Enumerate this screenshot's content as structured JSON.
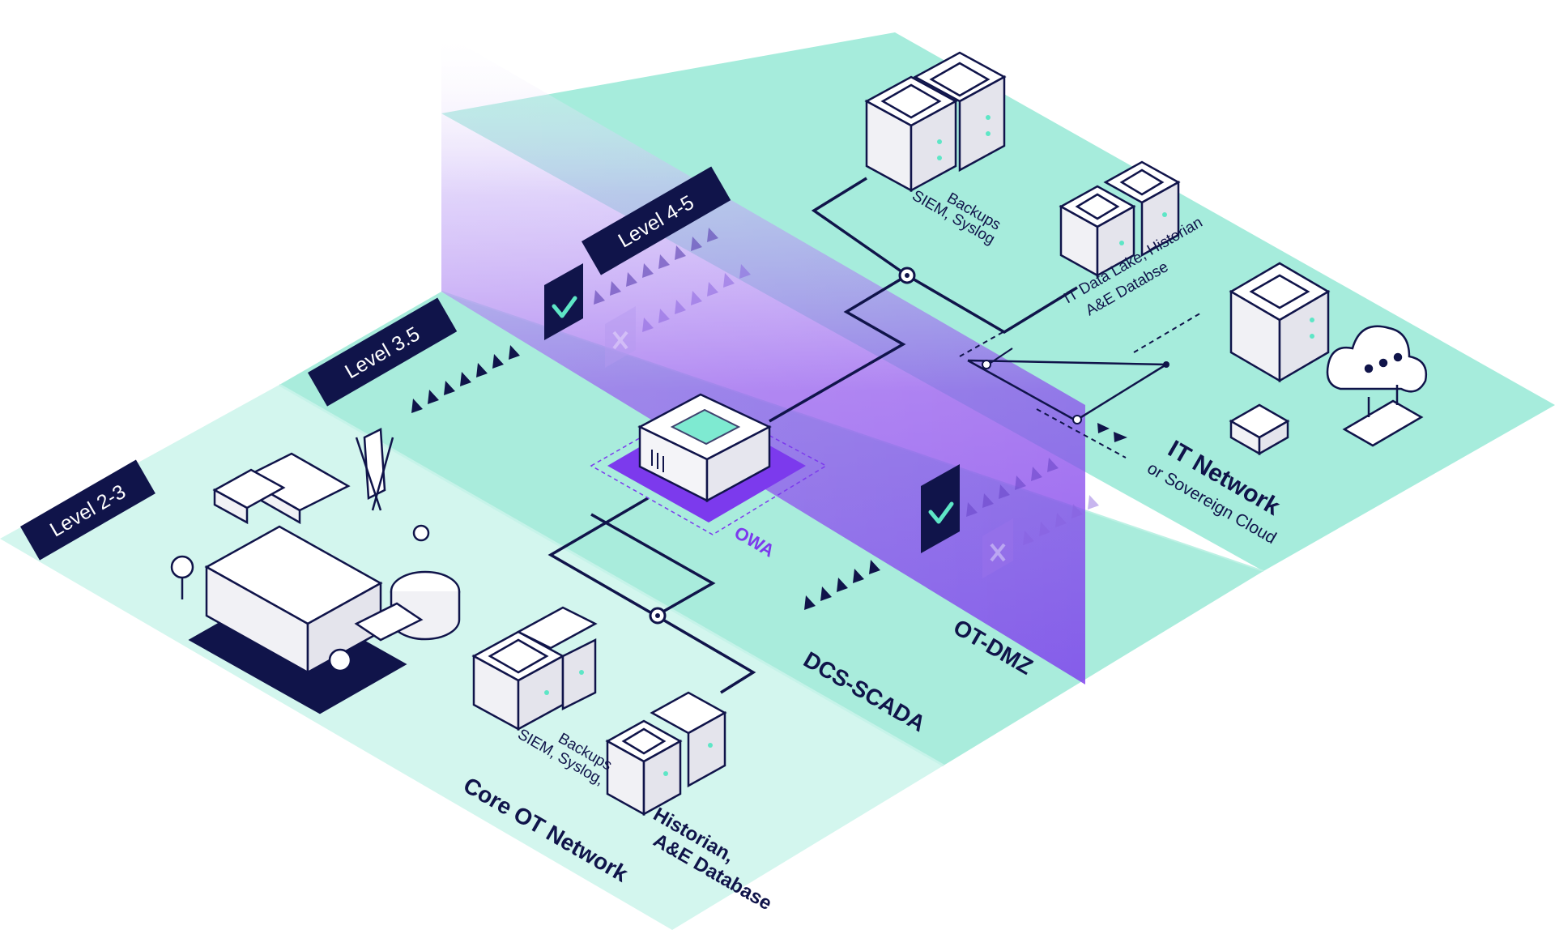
{
  "levels": {
    "level_2_3": "Level 2-3",
    "level_3_5": "Level 3.5",
    "level_4_5": "Level 4-5"
  },
  "zones": {
    "core_ot": "Core OT Network",
    "dcs_scada": "DCS-SCADA",
    "ot_dmz": "OT-DMZ",
    "it_network": "IT Network",
    "it_network_sub": "or Sovereign Cloud"
  },
  "nodes": {
    "owa": "OWA",
    "ot_siem_line1": "SIEM, Syslog,",
    "ot_siem_line2": "Backups",
    "ot_historian_line1": "Historian,",
    "ot_historian_line2": "A&E Database",
    "it_siem_line1": "SIEM, Syslog",
    "it_siem_line2": "Backups",
    "it_datalake_line1": "IT Data Lake, Historian",
    "it_datalake_line2": "A&E Databse"
  },
  "colors": {
    "navy": "#10144a",
    "mint": "#a6ecdc",
    "mint_light": "#d2f6ee",
    "purple": "#7c3aed",
    "purple_light": "#b597f5"
  }
}
